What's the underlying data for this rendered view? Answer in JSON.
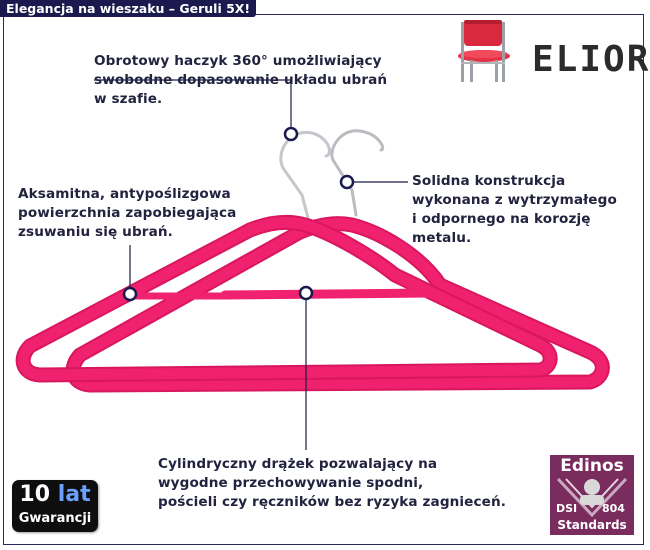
{
  "header": {
    "title": "Elegancja na wieszaku – Geruli 5X!"
  },
  "brand": {
    "name": "ELIOR",
    "icon": "chair-icon",
    "chair_color": "#d8293f"
  },
  "callouts": {
    "hook": "Obrotowy haczyk 360° umożliwiający\nswobodne dopasowanie układu ubrań\nw szafie.",
    "velvet": "Aksamitna, antypoślizgowa\npowierzchnia zapobiegająca\nzsuwaniu się ubrań.",
    "construction": "Solidna konstrukcja\nwykonana z wytrzymałego\ni odpornego na korozję\nmetalu.",
    "bar": "Cylindryczny drążek pozwalający na\nwygodne przechowywanie spodni,\npościeli czy ręczników bez ryzyka zagnieceń."
  },
  "warranty": {
    "number": "10",
    "unit": "lat",
    "label": "Gwarancji"
  },
  "certificate": {
    "brand": "Edinos",
    "code_left": "DSI",
    "code_right": "804",
    "label": "Standards",
    "color": "#7a2c5e"
  },
  "colors": {
    "hanger": "#f0216f",
    "hanger_dark": "#d11561",
    "accent": "#1a1a4e",
    "text": "#22233f"
  }
}
